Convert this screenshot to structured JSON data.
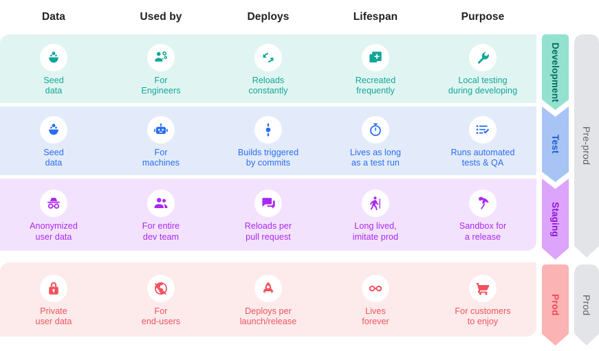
{
  "columns": [
    "Data",
    "Used by",
    "Deploys",
    "Lifespan",
    "Purpose"
  ],
  "colors": {
    "development_bg": "#e0f5f1",
    "development_fg": "#12a699",
    "test_bg": "#e3ebfb",
    "test_fg": "#276ef1",
    "staging_bg": "#f3e2fd",
    "staging_fg": "#aa29ef",
    "prod_bg": "#fdeaea",
    "prod_fg": "#f1535e",
    "banner_development": "#93e2cf",
    "banner_test": "#a7c4f5",
    "banner_staging": "#dda4fb",
    "banner_prod": "#fbb3b3",
    "banner_gray": "#e3e4e8",
    "banner_gray_text": "#5f6368",
    "header_text": "#202124"
  },
  "rows": [
    {
      "key": "development",
      "banner_label": "Development",
      "cells": [
        {
          "icon": "seed-flower-icon",
          "label": "Seed\ndata"
        },
        {
          "icon": "engineer-gears-icon",
          "label": "For\nEngineers"
        },
        {
          "icon": "refresh-loop-icon",
          "label": "Reloads\nconstantly"
        },
        {
          "icon": "add-copy-icon",
          "label": "Recreated\nfrequently"
        },
        {
          "icon": "wrench-icon",
          "label": "Local testing\nduring developing"
        }
      ]
    },
    {
      "key": "test",
      "banner_label": "Test",
      "cells": [
        {
          "icon": "seed-flower-icon",
          "label": "Seed\ndata"
        },
        {
          "icon": "robot-icon",
          "label": "For\nmachines"
        },
        {
          "icon": "commit-node-icon",
          "label": "Builds triggered\nby commits"
        },
        {
          "icon": "stopwatch-icon",
          "label": "Lives as long\nas a test run"
        },
        {
          "icon": "checklist-icon",
          "label": "Runs automated\ntests & QA"
        }
      ]
    },
    {
      "key": "staging",
      "banner_label": "Staging",
      "cells": [
        {
          "icon": "incognito-icon",
          "label": "Anonymized\nuser data"
        },
        {
          "icon": "people-group-icon",
          "label": "For entire\ndev team"
        },
        {
          "icon": "chat-bubbles-icon",
          "label": "Reloads per\npull request"
        },
        {
          "icon": "walking-person-icon",
          "label": "Long lived,\nimitate prod"
        },
        {
          "icon": "beach-umbrella-icon",
          "label": "Sandbox for\na release"
        }
      ]
    },
    {
      "key": "prod",
      "banner_label": "Prod",
      "cells": [
        {
          "icon": "lock-icon",
          "label": "Private\nuser data"
        },
        {
          "icon": "globe-public-icon",
          "label": "For\nend-users"
        },
        {
          "icon": "rocket-icon",
          "label": "Deploys per\nlaunch/release"
        },
        {
          "icon": "infinity-icon",
          "label": "Lives\nforever"
        },
        {
          "icon": "shopping-cart-icon",
          "label": "For customers\nto enjoy"
        }
      ]
    }
  ],
  "grouping": [
    {
      "key": "pre-prod",
      "label": "Pre-prod"
    },
    {
      "key": "prod",
      "label": "Prod"
    }
  ]
}
